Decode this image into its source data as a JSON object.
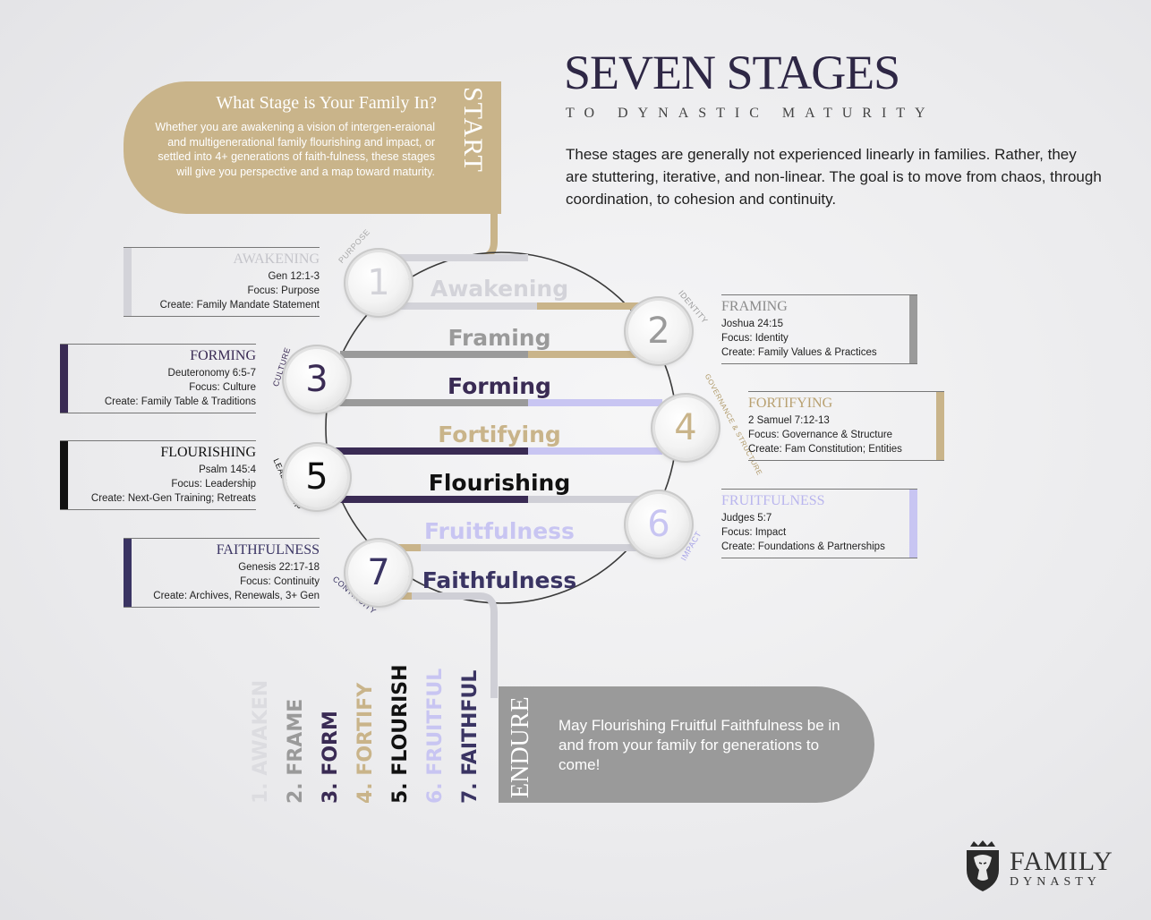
{
  "header": {
    "title": "SEVEN STAGES",
    "subtitle": "TO DYNASTIC MATURITY",
    "intro": "These stages are generally not experienced linearly in families. Rather, they are stuttering, iterative, and non-linear.  The goal is to move from chaos, through coordination, to cohesion and continuity."
  },
  "start": {
    "title": "What Stage is Your Family In?",
    "text": "Whether you are awakening a vision of intergen-eraional and multigenerational family flourishing and impact, or settled into 4+ generations of faith-fulness, these stages will give you perspective and a map toward maturity.",
    "label": "START"
  },
  "stages": [
    {
      "number": "1",
      "word": "Awakening",
      "box_title": "AWAKENING",
      "verse": "Gen 12:1-3",
      "focus": "Focus: Purpose",
      "create": "Create: Family Mandate Statement",
      "arc": "PURPOSE",
      "color": "#d3d3d9"
    },
    {
      "number": "2",
      "word": "Framing",
      "box_title": "FRAMING",
      "verse": "Joshua 24:15",
      "focus": "Focus: Identity",
      "create": "Create: Family Values & Practices",
      "arc": "IDENTITY",
      "color": "#9a9a9a"
    },
    {
      "number": "3",
      "word": "Forming",
      "box_title": "FORMING",
      "verse": "Deuteronomy 6:5-7",
      "focus": "Focus: Culture",
      "create": "Create: Family Table & Traditions",
      "arc": "CULTURE",
      "color": "#3a2b54"
    },
    {
      "number": "4",
      "word": "Fortifying",
      "box_title": "FORTIFYING",
      "verse": "2 Samuel 7:12-13",
      "focus": "Focus: Governance & Structure",
      "create": "Create: Fam Constitution; Entities",
      "arc": "GOVERNANCE & STRUCTURE",
      "color": "#c9b48a"
    },
    {
      "number": "5",
      "word": "Flourishing",
      "box_title": "FLOURISHING",
      "verse": "Psalm 145:4",
      "focus": "Focus: Leadership",
      "create": "Create: Next-Gen Training; Retreats",
      "arc": "LEADERSHIP",
      "color": "#111111"
    },
    {
      "number": "6",
      "word": "Fruitfulness",
      "box_title": "FRUITFULNESS",
      "verse": "Judges 5:7",
      "focus": "Focus: Impact",
      "create": "Create: Foundations & Partnerships",
      "arc": "IMPACT",
      "color": "#c8c5f2"
    },
    {
      "number": "7",
      "word": "Faithfulness",
      "box_title": "FAITHFULNESS",
      "verse": "Genesis 22:17-18",
      "focus": "Focus: Continuity",
      "create": "Create: Archives, Renewals, 3+ Gen",
      "arc": "CONTINUITY",
      "color": "#3a3463"
    }
  ],
  "vertical_list": [
    "1. AWAKEN",
    "2. FRAME",
    "3. FORM",
    "4. FORTIFY",
    "5. FLOURISH",
    "6. FRUITFUL",
    "7. FAITHFUL"
  ],
  "endure": {
    "label": "ENDURE",
    "text": "May Flourishing Fruitful Faithfulness be in and from your family for generations to come!"
  },
  "logo": {
    "line1": "FAMILY",
    "line2": "DYNASTY"
  }
}
